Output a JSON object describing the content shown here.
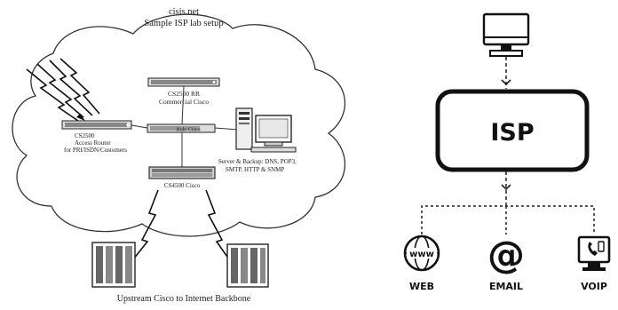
{
  "left_diagram": {
    "site": "cisis.net",
    "title": "Sample ISP lab setup",
    "cisco_top_label_1": "CS2500 RR",
    "cisco_top_label_2": "Commercial Cisco",
    "hub_label": "Hub/ Cisco",
    "access_label_1": "CS2500",
    "access_label_2": "Access Router",
    "access_label_3": "for PRI/ISDN/Customers",
    "server_label_1": "Server & Backup: DNS, POP3,",
    "server_label_2": "SMTP, HTTP & SNMP",
    "core_label": "CS4500 Cisco",
    "bottom_caption": "Upstream Cisco to Internet Backbone"
  },
  "right_diagram": {
    "center_label": "ISP",
    "services": [
      {
        "label": "WEB",
        "icon": "globe-www-icon",
        "icon_text": "www"
      },
      {
        "label": "EMAIL",
        "icon": "at-sign-icon",
        "icon_text": "@"
      },
      {
        "label": "VOIP",
        "icon": "phone-screen-icon"
      }
    ]
  }
}
